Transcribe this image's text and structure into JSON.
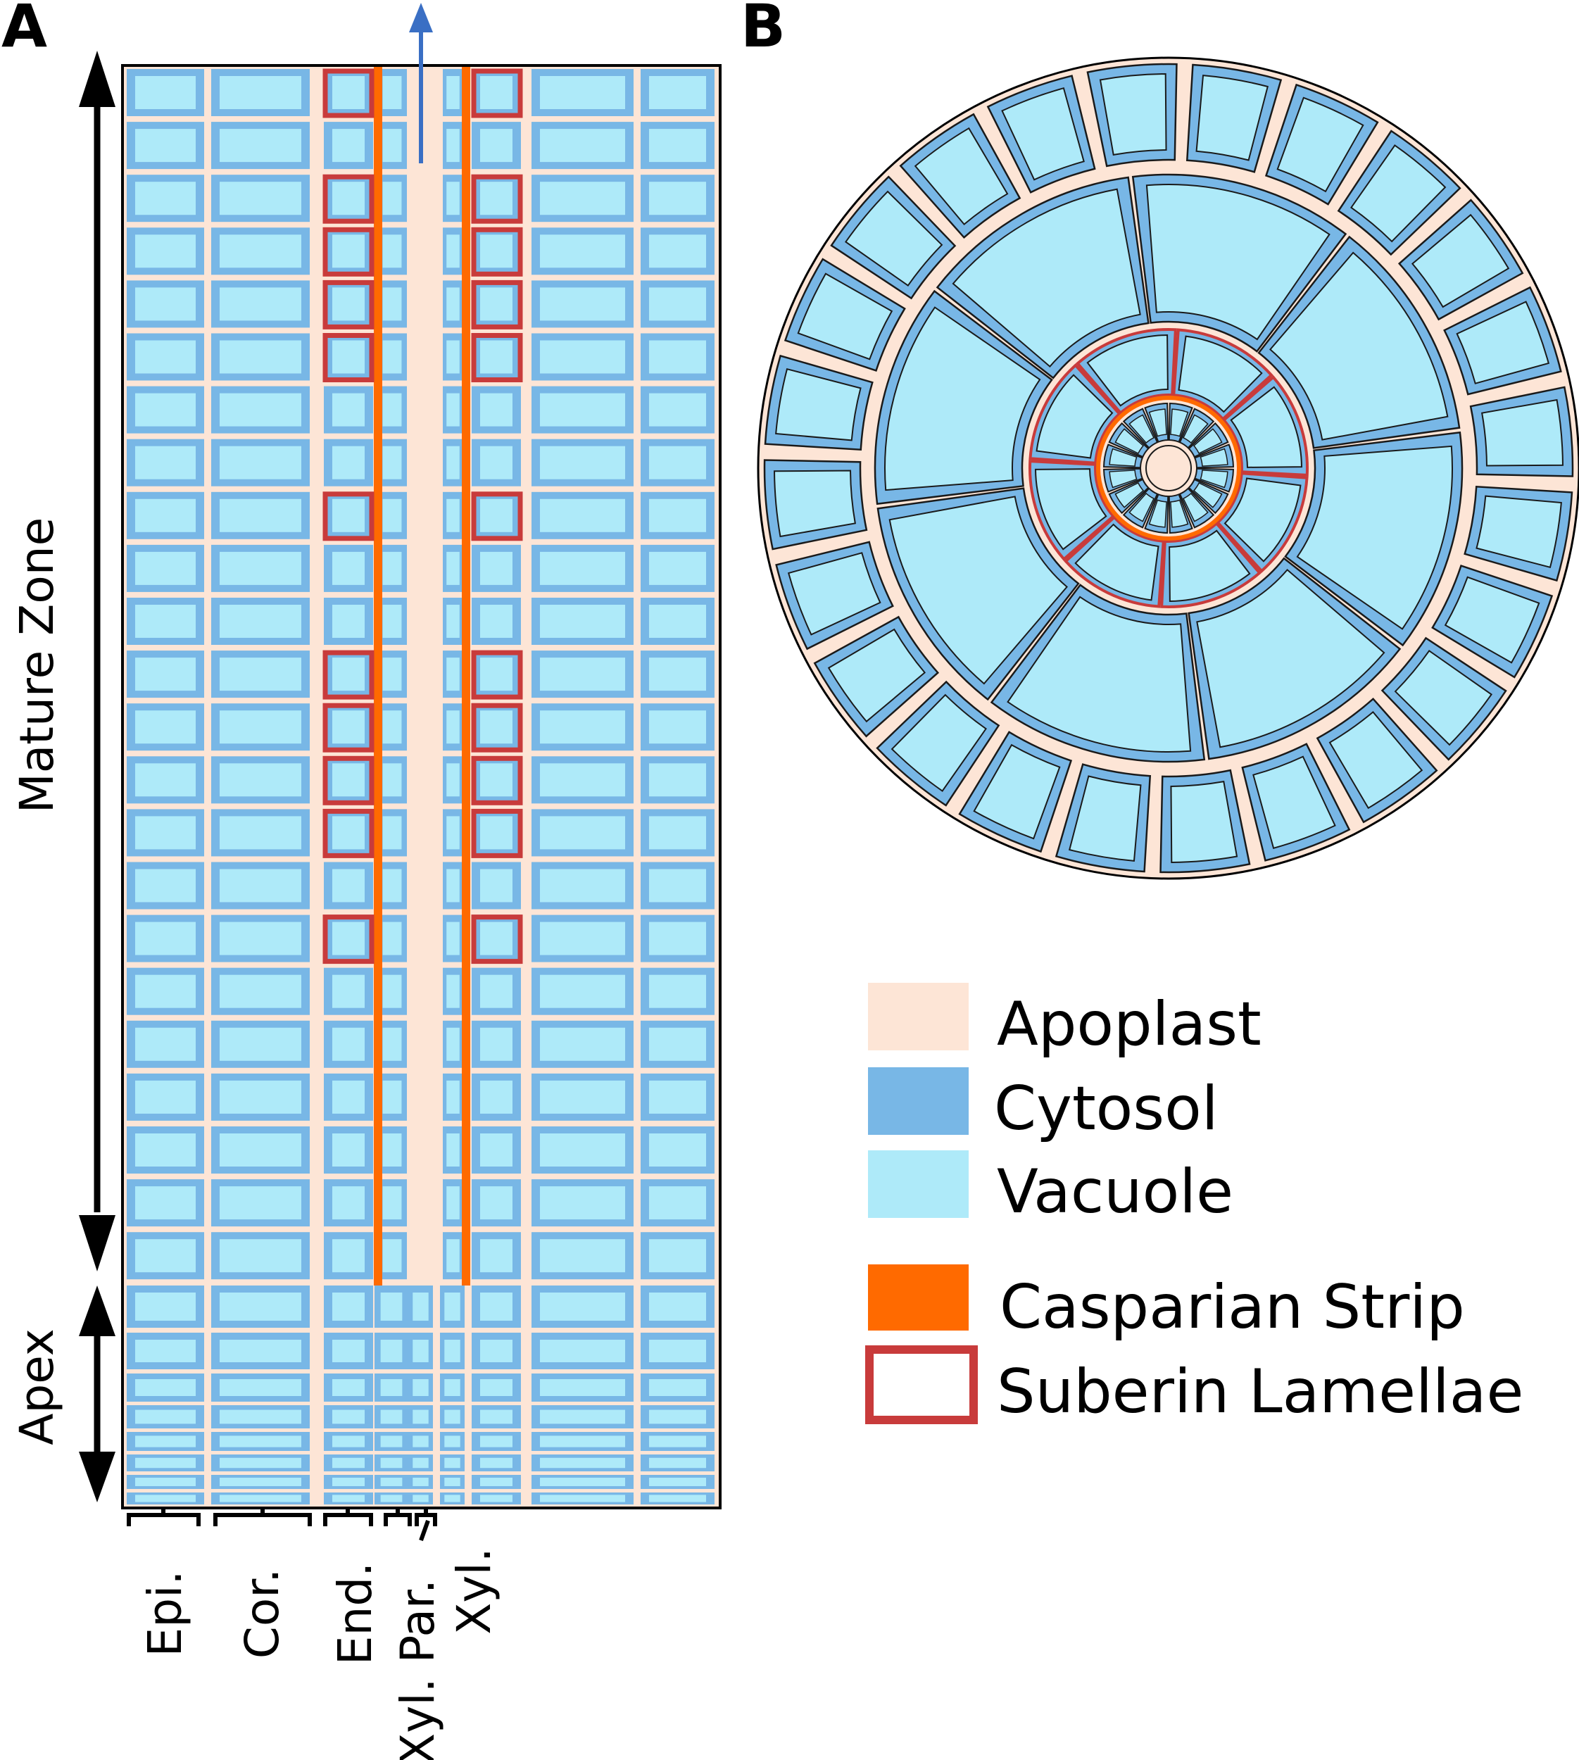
{
  "panels": {
    "a": "A",
    "b": "B"
  },
  "zones": {
    "mature": "Mature Zone",
    "apex": "Apex"
  },
  "tissues": [
    {
      "id": "epi",
      "label": "Epi."
    },
    {
      "id": "cor",
      "label": "Cor."
    },
    {
      "id": "end",
      "label": "End."
    },
    {
      "id": "xyl_par",
      "label": "Xyl. Par."
    },
    {
      "id": "xyl",
      "label": "Xyl."
    }
  ],
  "legend": [
    {
      "id": "apoplast",
      "label": "Apoplast",
      "color": "#fde5d6",
      "style": "fill"
    },
    {
      "id": "cytosol",
      "label": "Cytosol",
      "color": "#78b7e6",
      "style": "fill"
    },
    {
      "id": "vacuole",
      "label": "Vacuole",
      "color": "#aeeaf9",
      "style": "fill"
    },
    {
      "id": "casparian",
      "label": "Casparian Strip",
      "color": "#ff6a00",
      "style": "fill"
    },
    {
      "id": "suberin",
      "label": "Suberin Lamellae",
      "color": "#c83b3b",
      "style": "outline"
    }
  ],
  "colors": {
    "apoplast": "#fde5d6",
    "cytosol": "#78b7e6",
    "vacuole": "#aeeaf9",
    "casparian": "#ff6a00",
    "suberin": "#c83b3b",
    "flow_arrow": "#3a6fc4",
    "outline": "#000000"
  },
  "suberized_mature_rows": [
    1,
    3,
    4,
    5,
    6,
    9,
    12,
    13,
    14,
    15,
    17
  ],
  "icons": {
    "flow": "blue-arrow-up-icon",
    "zone_extent": "double-arrow-icon"
  }
}
